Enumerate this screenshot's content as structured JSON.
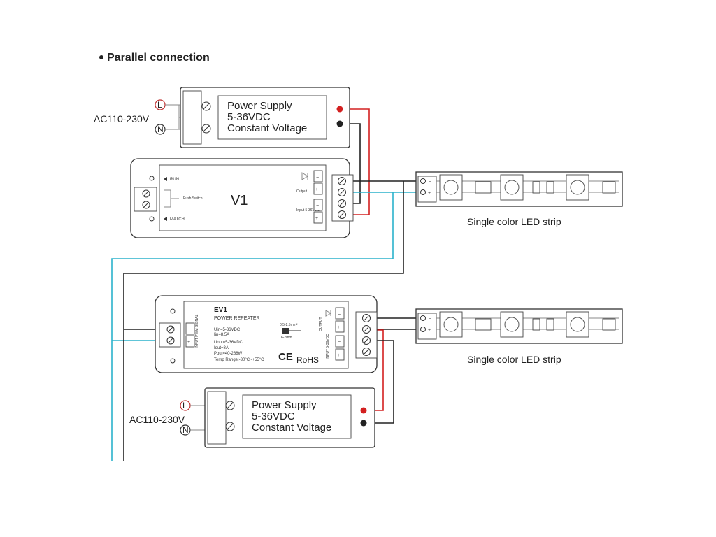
{
  "heading": "Parallel connection",
  "colors": {
    "positive_wire": "#d32020",
    "negative_wire": "#222222",
    "signal_wire": "#2bb2cc"
  },
  "psu_top": {
    "line1": "Power Supply",
    "line2": "5-36VDC",
    "line3": "Constant Voltage",
    "ac_label": "AC110-230V",
    "l_label": "L",
    "n_label": "N"
  },
  "v1": {
    "title": "V1",
    "run": "RUN",
    "match": "MATCH",
    "push_switch": "Push Switch",
    "output": "Output",
    "input": "Input 5-36VDC",
    "minus": "−",
    "plus": "+"
  },
  "strip_top": {
    "label": "Single color LED strip",
    "minus": "−",
    "plus": "+"
  },
  "ev1": {
    "title": "EV1",
    "subtitle": "POWER REPEATER",
    "spec1": "Uin=5-36VDC",
    "spec2": "Iin=8.5A",
    "spec3": "Uout=5-36VDC",
    "spec4": "Iout=8A",
    "spec5": "Pout=40-288W",
    "spec6": "Temp Range:-30°C~+55°C",
    "ce": "CE",
    "rohs": "RoHS",
    "input_pwm": "INPUT PWM SIGNAL",
    "output": "OUTPUT",
    "input_vdc": "INPUT 5-36VDC",
    "strip_mm": "0.5-2.5mm²",
    "strip_len": "6-7mm",
    "minus": "−",
    "plus": "+"
  },
  "strip_bottom": {
    "label": "Single color LED strip",
    "minus": "−",
    "plus": "+"
  },
  "psu_bottom": {
    "line1": "Power Supply",
    "line2": "5-36VDC",
    "line3": "Constant Voltage",
    "ac_label": "AC110-230V",
    "l_label": "L",
    "n_label": "N"
  }
}
